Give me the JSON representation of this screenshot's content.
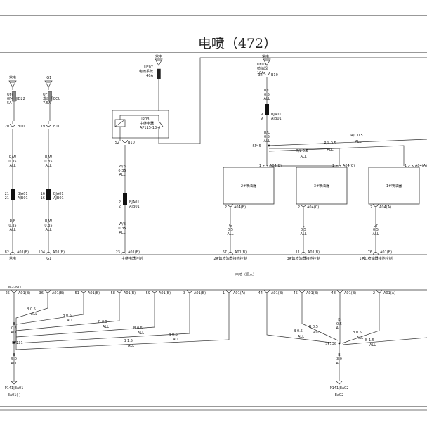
{
  "page_title": "电喷（472）",
  "ecu_caption": "电喷（国六）",
  "top_circuits": [
    {
      "id": "battery",
      "fuse_top": "常电",
      "fuse": "UF02",
      "fuse2": "0F40|ID22",
      "fuse_amp": "5A",
      "pin": "20",
      "conn": "B10",
      "wire1": "R/W",
      "gauge1": "0.35",
      "all1": "ALL",
      "inline_pins": [
        "21",
        "21"
      ],
      "inline_conn": [
        "BJA01",
        "AJB01"
      ],
      "wire2": "R/B",
      "gauge2": "0.35",
      "all2": "ALL",
      "ecu_pin": "82",
      "ecu_conn": "A01(B)",
      "label": "常电"
    },
    {
      "id": "ig1",
      "fuse_top": "IG1",
      "fuse": "UF56",
      "fuse2": "发动机ECU",
      "fuse_amp": "7.5A",
      "pin": "19",
      "conn": "B1C",
      "wire1": "R/W",
      "gauge1": "0.35",
      "all1": "ALL",
      "inline_pins": [
        "16",
        "16"
      ],
      "inline_conn": [
        "BJA01",
        "AJB01"
      ],
      "wire2": "R/W",
      "gauge2": "0.35",
      "all2": "ALL",
      "ecu_pin": "104",
      "ecu_conn": "A01(B)",
      "label": "IG1"
    },
    {
      "id": "main_relay",
      "fuse_top": "常电",
      "fuse": "UF07",
      "fuse2": "电喷系统",
      "fuse_amp": "40A",
      "relay_name": "UR03",
      "relay_label": "主继电器",
      "relay_part": "AP115-13-4",
      "pin": "52",
      "conn": "B10",
      "wire1": "W/B",
      "gauge1": "0.35",
      "all1": "ALL",
      "inline_pins": [
        "2",
        "2"
      ],
      "inline_conn": [
        "BJA01",
        "AJB01"
      ],
      "wire2": "W/B",
      "gauge2": "0.35",
      "all2": "ALL",
      "ecu_pin": "23",
      "ecu_conn": "A01(B)",
      "label": "主继电器控制"
    }
  ],
  "injector_feed": {
    "fuse_top": "常电",
    "fuse": "UF03",
    "fuse2": "喷油器",
    "fuse_amp": "10A",
    "pin": "34",
    "conn": "B10",
    "wire": "R/L",
    "gauge": "0.5",
    "all": "ALL",
    "inline_pins": [
      "9",
      "9"
    ],
    "inline_conn": [
      "BJA01",
      "AJB01"
    ],
    "splice": "SP45",
    "wire_b": "R/L",
    "gauge_b": "0.5",
    "all_b": "ALL"
  },
  "injectors": [
    {
      "name": "2#喷油器",
      "in_pin": "1",
      "conn": "A04(B)",
      "out_pin": "2",
      "wire": "G",
      "gauge": "0.5",
      "all": "ALL",
      "ecu_pin": "67",
      "ecu_conn": "A01(B)",
      "label": "2#缸喷油器接地控制"
    },
    {
      "name": "3#喷油器",
      "in_pin": "1",
      "conn": "A04(C)",
      "out_pin": "2",
      "wire": "L",
      "gauge": "0.5",
      "all": "ALL",
      "ecu_pin": "11",
      "ecu_conn": "A01(B)",
      "label": "3#缸喷油器接地控制"
    },
    {
      "name": "1#喷油器",
      "in_pin": "1",
      "conn": "A04(A)",
      "out_pin": "2",
      "wire": "Gr",
      "gauge": "0.5",
      "all": "ALL",
      "ecu_pin": "76",
      "ecu_conn": "A01(B)",
      "label": "1#缸喷油器接地控制"
    }
  ],
  "ground_left": {
    "tag": "M-GND1",
    "pins": [
      {
        "pin": "25",
        "conn": "A01(B)"
      },
      {
        "pin": "36",
        "conn": "A01(B)"
      },
      {
        "pin": "51",
        "conn": "A01(B)"
      },
      {
        "pin": "58",
        "conn": "A01(B)"
      },
      {
        "pin": "59",
        "conn": "A01(B)"
      },
      {
        "pin": "3",
        "conn": "A01(B)"
      },
      {
        "pin": "1",
        "conn": "A01(A)"
      }
    ],
    "branch_wire": "B",
    "branch_gauge": "0.5",
    "branch_all": "ALL",
    "last_gauge": "1.5",
    "splice": "SP131",
    "main_wire": "B",
    "main_gauge": "5.0",
    "main_all": "ALL",
    "ground": "P141|Ea01",
    "ground_label": "Ea01(-)"
  },
  "ground_right": {
    "pins": [
      {
        "pin": "44",
        "conn": "A01(B)"
      },
      {
        "pin": "45",
        "conn": "A01(B)"
      },
      {
        "pin": "48",
        "conn": "A01(B)"
      },
      {
        "pin": "2",
        "conn": "A01(A)"
      }
    ],
    "branch_wire": "B",
    "branch_gauge": "0.5",
    "branch_all": "ALL",
    "right_gauge": "1.5",
    "splice": "SP130",
    "main_wire": "B",
    "main_gauge": "3.0",
    "main_all": "ALL",
    "ground": "P141|Ea02",
    "ground_label": "Ea02"
  }
}
